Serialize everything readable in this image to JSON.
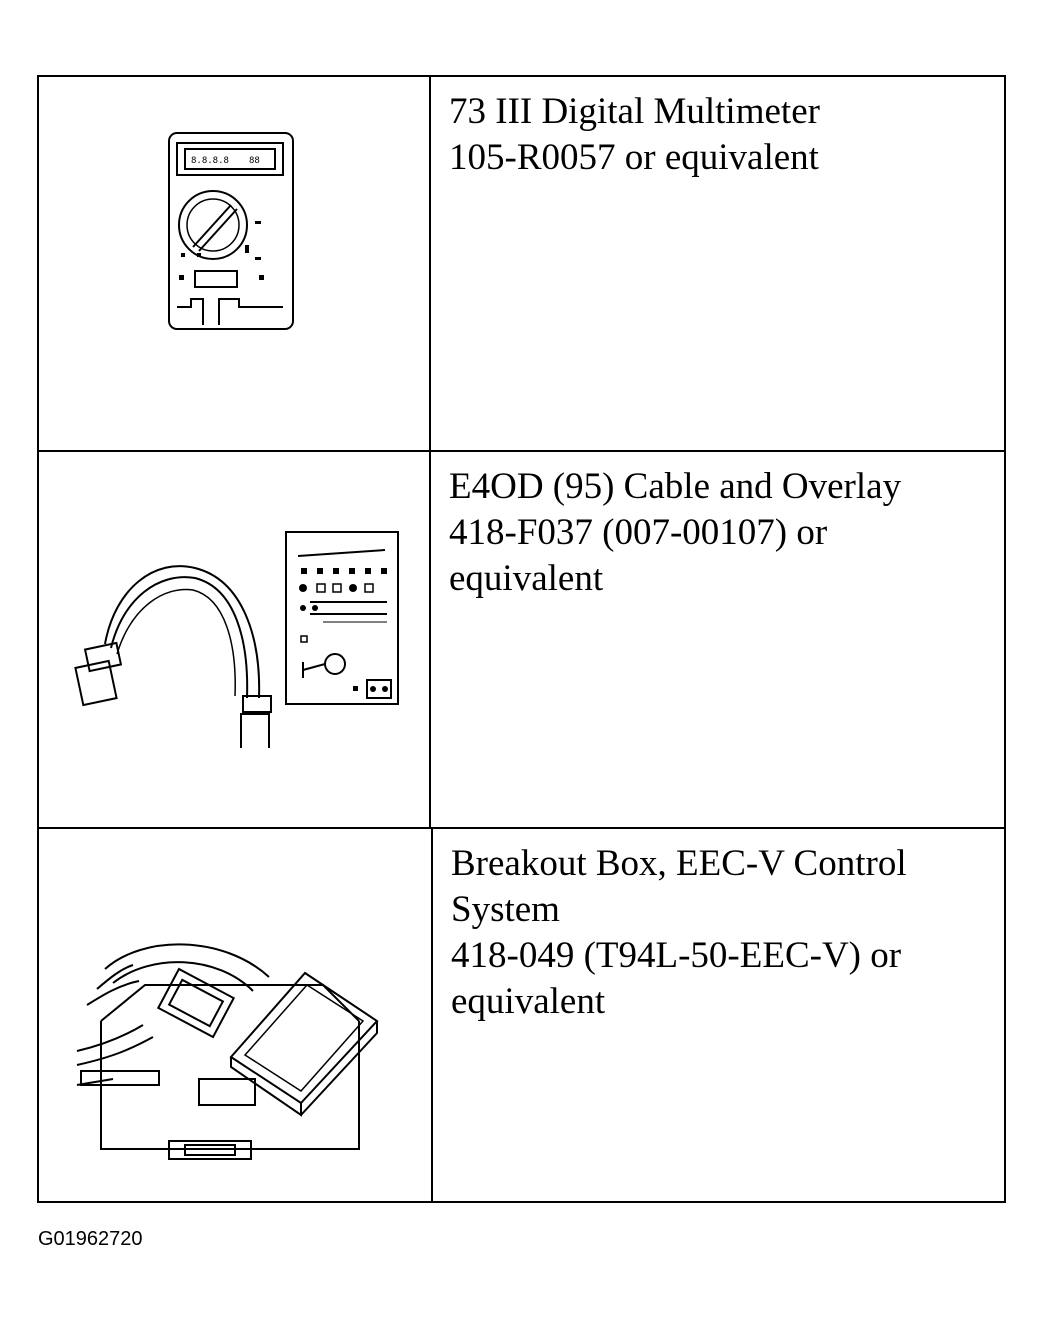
{
  "tools": [
    {
      "icon": "multimeter-icon",
      "lines": [
        "73 III Digital Multimeter",
        "105-R0057 or equivalent"
      ]
    },
    {
      "icon": "cable-overlay-icon",
      "lines": [
        "E4OD (95) Cable and Overlay",
        "418-F037 (007-00107) or",
        "equivalent"
      ]
    },
    {
      "icon": "breakout-box-icon",
      "lines": [
        "Breakout Box, EEC-V Control",
        "System",
        "418-049 (T94L-50-EEC-V) or",
        "equivalent"
      ]
    }
  ],
  "figure_id": "G01962720"
}
